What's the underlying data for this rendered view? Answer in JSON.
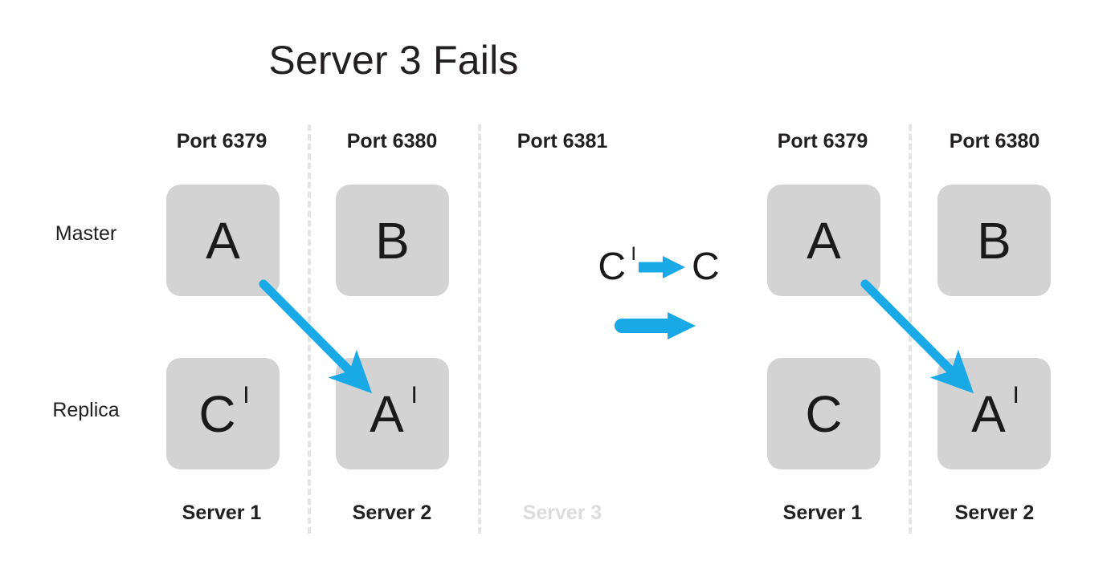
{
  "title": "Server 3 Fails",
  "colors": {
    "accent": "#19a9e6",
    "node_fill": "#d3d3d3",
    "text": "#231f20",
    "divider": "#e3e4e6",
    "failed_text": "#dcdcdc",
    "background": "#ffffff"
  },
  "row_labels": {
    "master": "Master",
    "replica": "Replica"
  },
  "before": {
    "columns": [
      {
        "port": "Port 6379",
        "server": "Server 1",
        "failed": false,
        "master": {
          "letter": "A",
          "prime": ""
        },
        "replica": {
          "letter": "C",
          "prime": "I"
        }
      },
      {
        "port": "Port 6380",
        "server": "Server 2",
        "failed": false,
        "master": {
          "letter": "B",
          "prime": ""
        },
        "replica": {
          "letter": "A",
          "prime": "I"
        }
      },
      {
        "port": "Port 6381",
        "server": "Server 3",
        "failed": true,
        "master": null,
        "replica": null
      }
    ]
  },
  "transition": {
    "from": {
      "letter": "C",
      "prime": "I"
    },
    "to": {
      "letter": "C",
      "prime": ""
    },
    "arrow_icon": "arrow-right-icon",
    "flow_arrow_icon": "arrow-right-icon"
  },
  "after": {
    "columns": [
      {
        "port": "Port 6379",
        "server": "Server 1",
        "failed": false,
        "master": {
          "letter": "A",
          "prime": ""
        },
        "replica": {
          "letter": "C",
          "prime": ""
        }
      },
      {
        "port": "Port 6380",
        "server": "Server 2",
        "failed": false,
        "master": {
          "letter": "B",
          "prime": ""
        },
        "replica": {
          "letter": "A",
          "prime": "I"
        }
      }
    ]
  },
  "replication_arrows": [
    {
      "name": "replication-arrow-before",
      "from": "A (Server 1 master)",
      "to": "A' (Server 2 replica)"
    },
    {
      "name": "replication-arrow-after",
      "from": "A (Server 1 master)",
      "to": "A' (Server 2 replica)"
    }
  ]
}
